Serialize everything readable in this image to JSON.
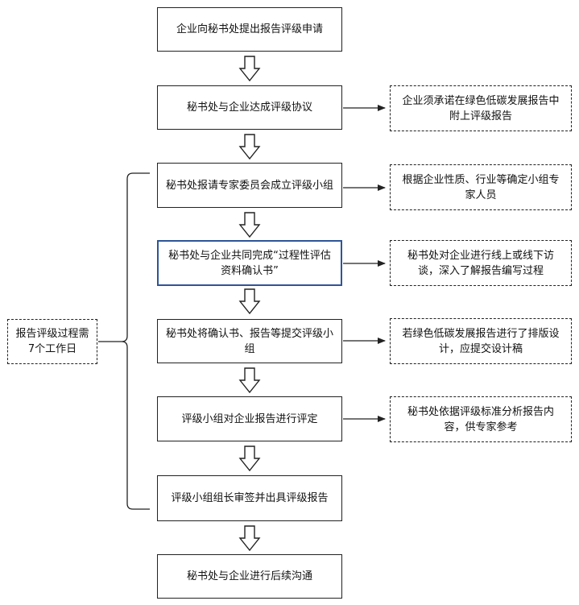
{
  "steps": [
    {
      "text": "企业向秘书处提出报告评级申请"
    },
    {
      "text": "秘书处与企业达成评级协议"
    },
    {
      "text": "秘书处报请专家委员会成立评级小组"
    },
    {
      "text": "秘书处与企业共同完成“过程性评估资料确认书”"
    },
    {
      "text": "秘书处将确认书、报告等提交评级小组"
    },
    {
      "text": "评级小组对企业报告进行评定"
    },
    {
      "text": "评级小组组长审签并出具评级报告"
    },
    {
      "text": "秘书处与企业进行后续沟通"
    }
  ],
  "notes": [
    {
      "text": "企业须承诺在绿色低碳发展报告中附上评级报告"
    },
    {
      "text": "根据企业性质、行业等确定小组专家人员"
    },
    {
      "text": "秘书处对企业进行线上或线下访谈，深入了解报告编写过程"
    },
    {
      "text": "若绿色低碳发展报告进行了排版设计，应提交设计稿"
    },
    {
      "text": "秘书处依据评级标准分析报告内容，供专家参考"
    }
  ],
  "duration_note": {
    "text": "报告评级过程需7个工作日"
  }
}
